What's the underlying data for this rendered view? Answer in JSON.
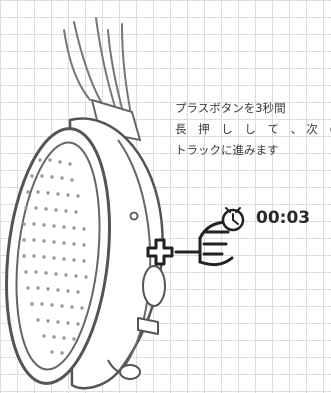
{
  "instruction": {
    "line1": "プラスボタンを3秒間",
    "line2": "長 押 し し て 、次 の",
    "line3": "トラックに進みます"
  },
  "timer": {
    "value": "00:03",
    "icon": "clock-icon"
  },
  "controls": {
    "plus_button_icon": "plus-icon",
    "press_gesture_icon": "hand-press-icon"
  },
  "device": "headphone-earcup"
}
